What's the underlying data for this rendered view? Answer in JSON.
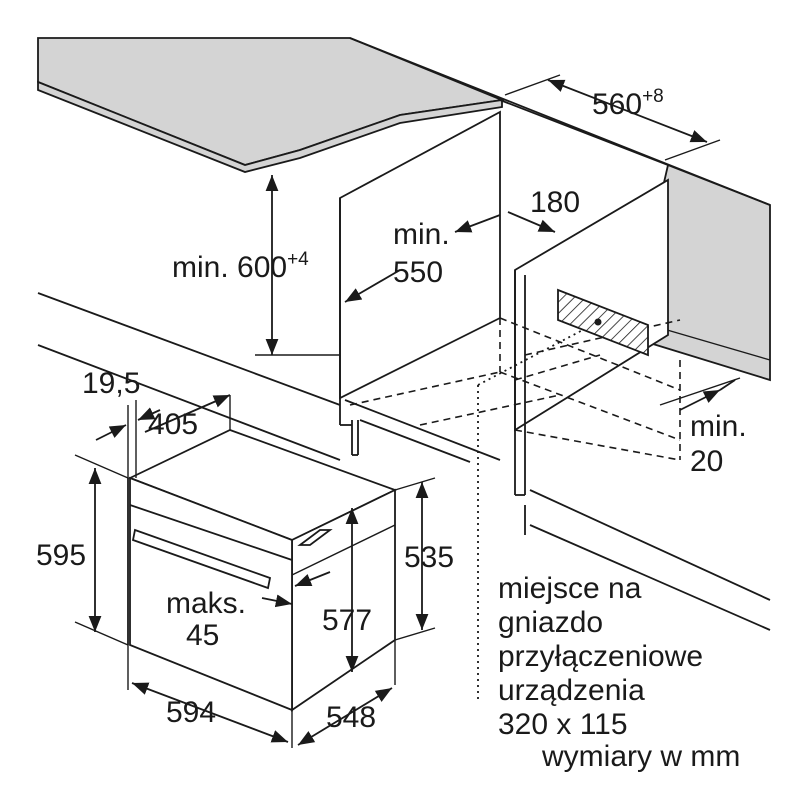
{
  "labels": {
    "niche_width": "560",
    "niche_width_tol": "+8",
    "niche_height_prefix": "min. 600",
    "niche_height_tol": "+4",
    "niche_depth_min": "min.",
    "niche_depth_value": "550",
    "socket_offset": "180",
    "bottom_gap_min": "min.",
    "bottom_gap_value": "20",
    "front_offset": "19,5",
    "side_depth": "405",
    "height_total": "595",
    "height_body": "535",
    "inner_height": "577",
    "max_label": "maks.",
    "max_value": "45",
    "width": "594",
    "depth": "548",
    "socket_line1": "miejsce na",
    "socket_line2": "gniazdo",
    "socket_line3": "przyłączeniowe",
    "socket_line4": "urządzenia",
    "socket_size": "320 x 115",
    "units_note": "wymiary w mm"
  },
  "colors": {
    "line": "#1a1a1a",
    "countertop": "#d4d4d4",
    "background": "#ffffff"
  }
}
